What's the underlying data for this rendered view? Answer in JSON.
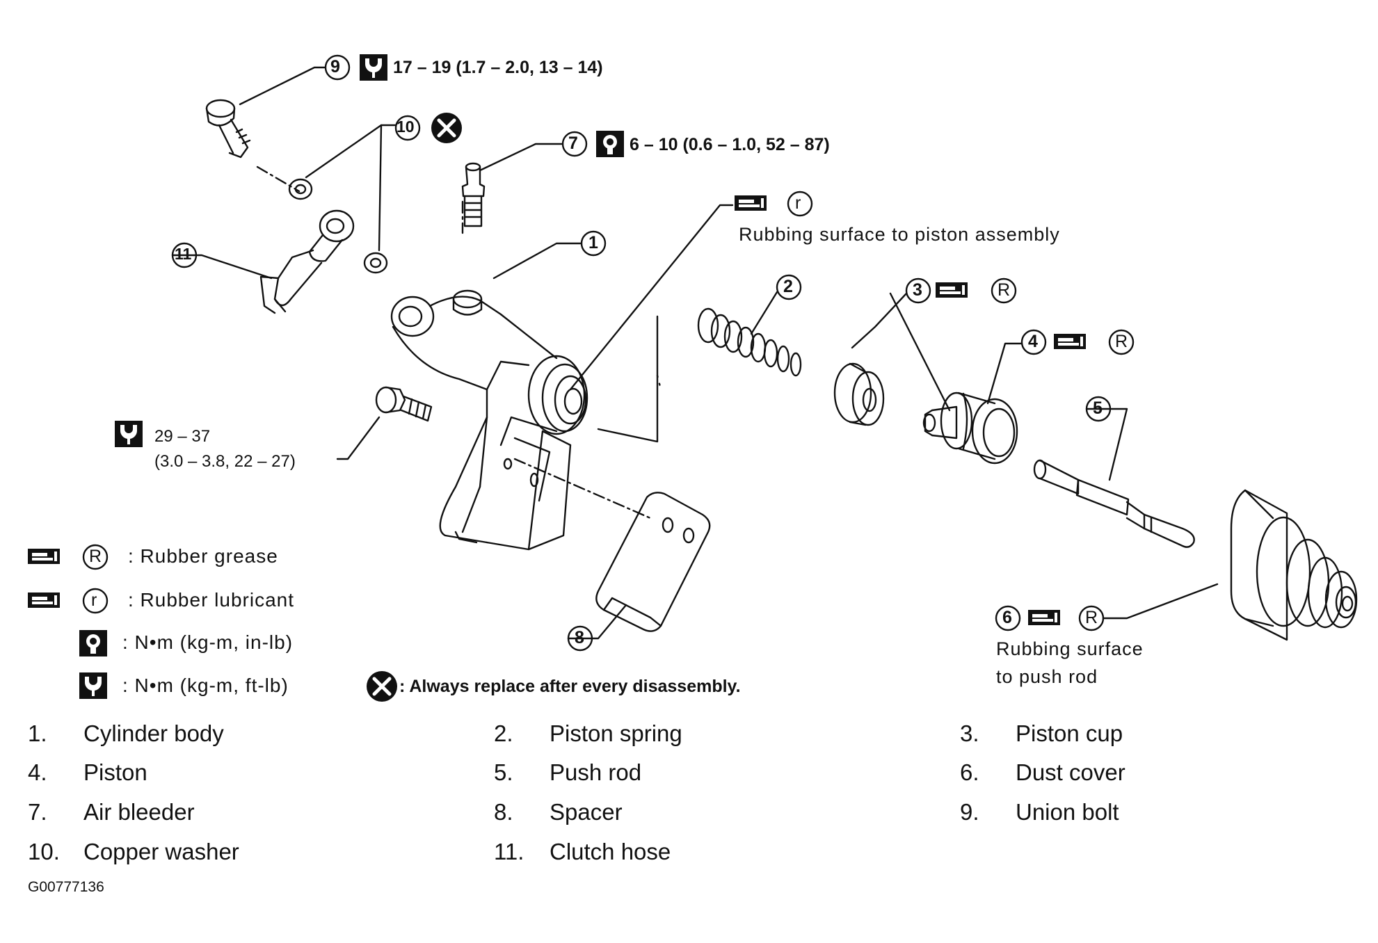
{
  "callouts": {
    "c9": {
      "num": "9",
      "torque": "17 – 19 (1.7 – 2.0, 13 – 14)"
    },
    "c10": {
      "num": "10"
    },
    "c7": {
      "num": "7",
      "torque": "6 – 10 (0.6 – 1.0, 52 – 87)"
    },
    "c1": {
      "num": "1"
    },
    "c11": {
      "num": "11"
    },
    "c2": {
      "num": "2"
    },
    "c3": {
      "num": "3"
    },
    "c4": {
      "num": "4"
    },
    "c5": {
      "num": "5"
    },
    "c6": {
      "num": "6",
      "note_line1": "Rubbing surface",
      "note_line2": "to push rod"
    },
    "c8": {
      "num": "8"
    },
    "top_r": {
      "note": "Rubbing surface to piston assembly"
    },
    "bolt": {
      "line1": "29 – 37",
      "line2": "(3.0 – 3.8, 22 – 27)"
    }
  },
  "symbols": {
    "grease_upper": "R",
    "lubricant_lower": "r"
  },
  "legend": [
    {
      "symbol": "grease-R",
      "letter": "R",
      "text": ": Rubber grease"
    },
    {
      "symbol": "grease-r",
      "letter": "r",
      "text": ": Rubber lubricant"
    },
    {
      "symbol": "torque-in-lb",
      "text": ": N•m (kg-m, in-lb)"
    },
    {
      "symbol": "torque-ft-lb",
      "text": ": N•m (kg-m, ft-lb)"
    },
    {
      "symbol": "x-circle",
      "text": ": Always replace after every disassembly."
    }
  ],
  "parts": [
    {
      "num": "1.",
      "name": "Cylinder body"
    },
    {
      "num": "2.",
      "name": "Piston spring"
    },
    {
      "num": "3.",
      "name": "Piston cup"
    },
    {
      "num": "4.",
      "name": "Piston"
    },
    {
      "num": "5.",
      "name": "Push rod"
    },
    {
      "num": "6.",
      "name": "Dust cover"
    },
    {
      "num": "7.",
      "name": "Air bleeder"
    },
    {
      "num": "8.",
      "name": "Spacer"
    },
    {
      "num": "9.",
      "name": "Union bolt"
    },
    {
      "num": "10.",
      "name": "Copper washer"
    },
    {
      "num": "11.",
      "name": "Clutch hose"
    }
  ],
  "figure_code": "G00777136"
}
